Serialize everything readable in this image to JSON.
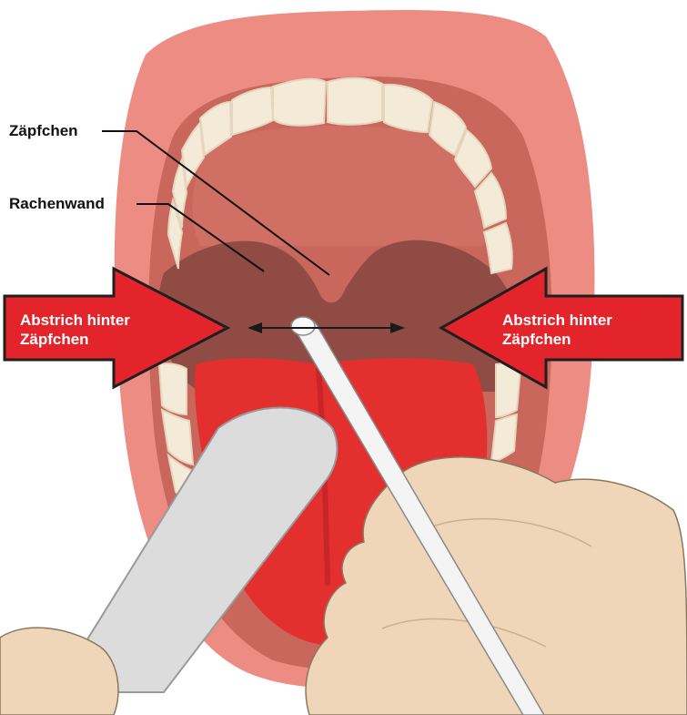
{
  "labels": {
    "uvula": "Zäpfchen",
    "throat_wall": "Rachenwand",
    "arrow_left_line1": "Abstrich hinter",
    "arrow_left_line2": "Zäpfchen",
    "arrow_right_line1": "Abstrich hinter",
    "arrow_right_line2": "Zäpfchen"
  },
  "colors": {
    "lips": "#ec8c82",
    "lip_outer": "#e98177",
    "mouth_cavity": "#c9675d",
    "palate": "#d06f63",
    "throat": "#8f4b44",
    "teeth": "#f4ead8",
    "tongue": "#e3302f",
    "tongue_dark": "#c92428",
    "arrow_fill": "#e3242b",
    "arrow_stroke": "#1f1f1f",
    "arrow_text": "#ffffff",
    "label_text": "#111111",
    "depressor": "#dcdcdc",
    "swab": "#f4f4f4",
    "glove": "#efd6b8"
  }
}
